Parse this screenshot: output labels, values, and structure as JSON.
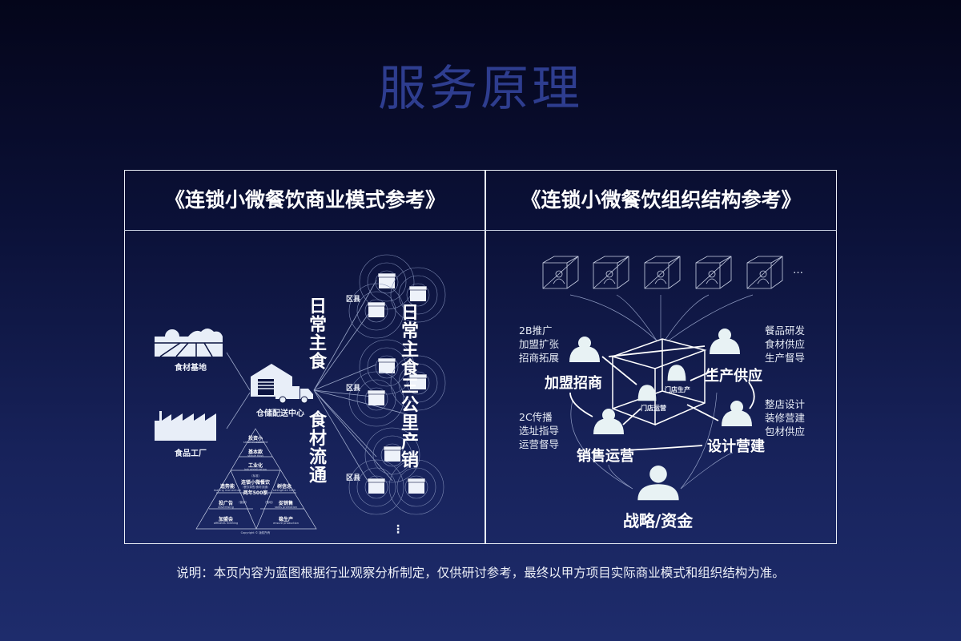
{
  "title": "服务原理",
  "left_panel": {
    "title": "《连锁小微餐饮商业模式参考》",
    "farm_label": "食材基地",
    "factory_label": "食品工厂",
    "warehouse_label": "仓储配送中心",
    "vertical_1": "日常主食",
    "vertical_2": "食材流通",
    "vertical_3": "日常主食三公里产销",
    "district_labels": [
      "区县",
      "区县",
      "区县"
    ],
    "more": "⋮",
    "pyramid": {
      "top": [
        {
          "cn": "投资小",
          "en": "small investment"
        },
        {
          "cn": "基本款",
          "en": "staple food"
        },
        {
          "cn": "工业化",
          "en": "industrialization"
        }
      ],
      "center_tag": "（标准）",
      "center_main": "连锁小微餐饮",
      "center_sub": "（餐饮零售/食材流通）",
      "center_goal": "两年500家",
      "left": [
        {
          "cn": "造势能",
          "en": "making momentum"
        },
        {
          "cn": "投广告",
          "en": "advertising"
        },
        {
          "cn": "加盟会",
          "en": "affiliates meeting"
        }
      ],
      "right": [
        {
          "cn": "树信念",
          "en": "strengthen faith"
        },
        {
          "cn": "促销售",
          "en": "sales promotion"
        },
        {
          "cn": "稳生产",
          "en": "ensure production"
        }
      ],
      "left_tag": "（营销）",
      "right_tag": "（落地）",
      "copyright": "Copyright © 版权所有"
    }
  },
  "right_panel": {
    "title": "《连锁小微餐饮组织结构参考》",
    "more": "…",
    "franchise": {
      "label": "加盟招商",
      "desc": "2B推广\n加盟扩张\n招商拓展"
    },
    "production": {
      "label": "生产供应",
      "desc": "餐品研发\n食材供应\n生产督导"
    },
    "design": {
      "label": "设计营建",
      "desc": "整店设计\n装修营建\n包材供应"
    },
    "sales": {
      "label": "销售运营",
      "desc": "2C传播\n选址指导\n运营督导"
    },
    "strategy": {
      "label": "战略/资金"
    },
    "store_production": "门店生产",
    "store_operation": "门店运营"
  },
  "caption": "说明：本页内容为蓝图根据行业观察分析制定，仅供研讨参考，最终以甲方项目实际商业模式和组织结构为准。"
}
